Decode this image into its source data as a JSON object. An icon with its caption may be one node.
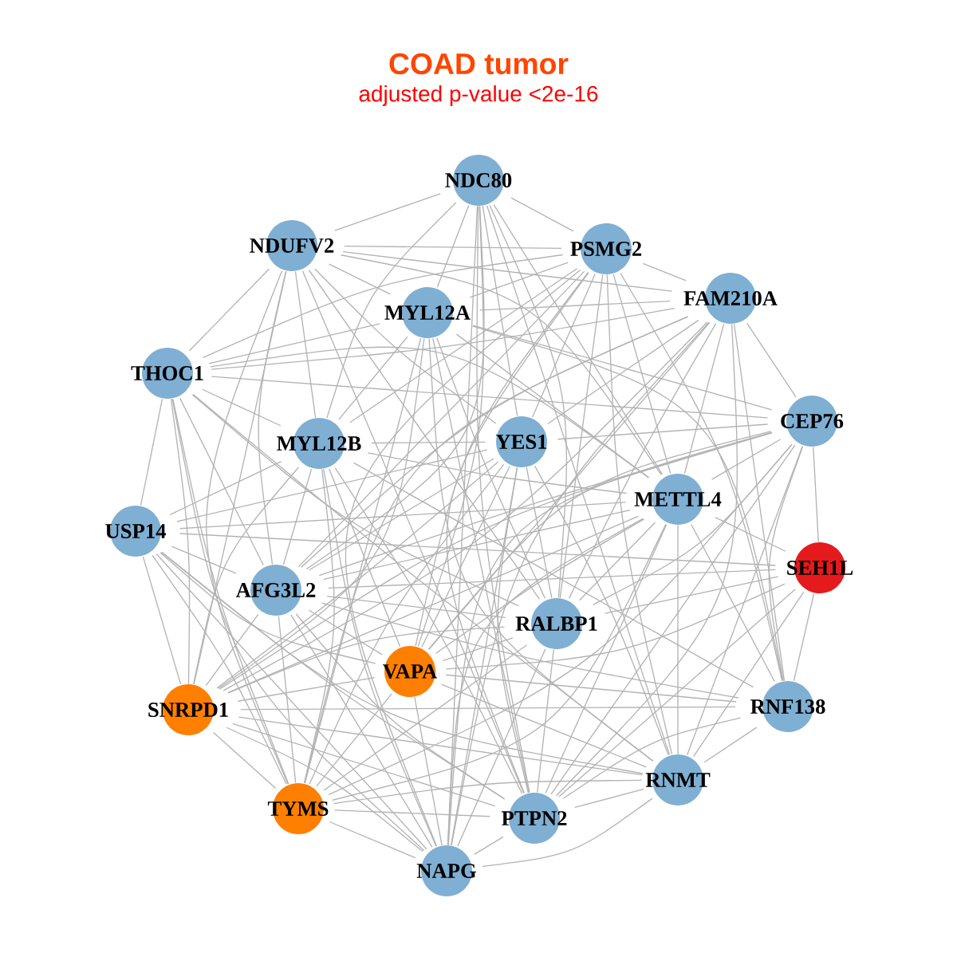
{
  "diagram": {
    "title": "COAD tumor",
    "labels": [
      "adjusted p-value <2e-16"
    ],
    "nodes": [
      {
        "text": [
          "NDC80"
        ]
      },
      {
        "text": [
          "NDUFV2"
        ]
      },
      {
        "text": [
          "PSMG2"
        ]
      },
      {
        "text": [
          "FAM210A"
        ]
      },
      {
        "text": [
          "MYL12A"
        ]
      },
      {
        "text": [
          "THOC1"
        ]
      },
      {
        "text": [
          "CEP76"
        ]
      },
      {
        "text": [
          "YES1"
        ]
      },
      {
        "text": [
          "MYL12B"
        ]
      },
      {
        "text": [
          "METTL4"
        ]
      },
      {
        "text": [
          "USP14"
        ]
      },
      {
        "text": [
          "SEH1L"
        ]
      },
      {
        "text": [
          "AFG3L2"
        ]
      },
      {
        "text": [
          "RALBP1"
        ]
      },
      {
        "text": [
          "VAPA"
        ]
      },
      {
        "text": [
          "SNRPD1"
        ]
      },
      {
        "text": [
          "RNF138"
        ]
      },
      {
        "text": [
          "RNMT"
        ]
      },
      {
        "text": [
          "TYMS"
        ]
      },
      {
        "text": [
          "PTPN2"
        ]
      },
      {
        "text": [
          "NAPG"
        ]
      }
    ],
    "edges": [
      {
        "from": 0,
        "to": 1,
        "arrow": "none"
      },
      {
        "from": 0,
        "to": 2,
        "arrow": "none"
      },
      {
        "from": 0,
        "to": 4,
        "arrow": "none"
      },
      {
        "from": 0,
        "to": 7,
        "arrow": "none"
      },
      {
        "from": 0,
        "to": 8,
        "arrow": "none"
      },
      {
        "from": 0,
        "to": 9,
        "arrow": "none"
      },
      {
        "from": 0,
        "to": 12,
        "arrow": "none"
      },
      {
        "from": 0,
        "to": 13,
        "arrow": "none"
      },
      {
        "from": 0,
        "to": 14,
        "arrow": "none"
      },
      {
        "from": 0,
        "to": 17,
        "arrow": "none"
      },
      {
        "from": 0,
        "to": 19,
        "arrow": "none"
      },
      {
        "from": 0,
        "to": 20,
        "arrow": "none"
      },
      {
        "from": 1,
        "to": 2,
        "arrow": "none"
      },
      {
        "from": 1,
        "to": 3,
        "arrow": "none"
      },
      {
        "from": 1,
        "to": 4,
        "arrow": "none"
      },
      {
        "from": 1,
        "to": 5,
        "arrow": "none"
      },
      {
        "from": 1,
        "to": 7,
        "arrow": "none"
      },
      {
        "from": 1,
        "to": 8,
        "arrow": "none"
      },
      {
        "from": 1,
        "to": 9,
        "arrow": "none"
      },
      {
        "from": 1,
        "to": 12,
        "arrow": "none"
      },
      {
        "from": 1,
        "to": 13,
        "arrow": "none"
      },
      {
        "from": 1,
        "to": 15,
        "arrow": "none"
      },
      {
        "from": 1,
        "to": 18,
        "arrow": "none"
      },
      {
        "from": 1,
        "to": 19,
        "arrow": "none"
      },
      {
        "from": 2,
        "to": 3,
        "arrow": "none"
      },
      {
        "from": 2,
        "to": 4,
        "arrow": "none"
      },
      {
        "from": 2,
        "to": 5,
        "arrow": "none"
      },
      {
        "from": 2,
        "to": 7,
        "arrow": "none"
      },
      {
        "from": 2,
        "to": 8,
        "arrow": "none"
      },
      {
        "from": 2,
        "to": 9,
        "arrow": "none"
      },
      {
        "from": 2,
        "to": 12,
        "arrow": "none"
      },
      {
        "from": 2,
        "to": 13,
        "arrow": "none"
      },
      {
        "from": 2,
        "to": 14,
        "arrow": "none"
      },
      {
        "from": 2,
        "to": 16,
        "arrow": "none"
      },
      {
        "from": 2,
        "to": 17,
        "arrow": "none"
      },
      {
        "from": 2,
        "to": 19,
        "arrow": "none"
      },
      {
        "from": 2,
        "to": 20,
        "arrow": "none"
      },
      {
        "from": 3,
        "to": 4,
        "arrow": "none"
      },
      {
        "from": 3,
        "to": 5,
        "arrow": "none"
      },
      {
        "from": 3,
        "to": 6,
        "arrow": "none"
      },
      {
        "from": 3,
        "to": 7,
        "arrow": "none"
      },
      {
        "from": 3,
        "to": 9,
        "arrow": "none"
      },
      {
        "from": 3,
        "to": 12,
        "arrow": "none"
      },
      {
        "from": 3,
        "to": 13,
        "arrow": "none"
      },
      {
        "from": 3,
        "to": 14,
        "arrow": "none"
      },
      {
        "from": 3,
        "to": 15,
        "arrow": "none"
      },
      {
        "from": 3,
        "to": 16,
        "arrow": "none"
      },
      {
        "from": 3,
        "to": 18,
        "arrow": "none"
      },
      {
        "from": 3,
        "to": 19,
        "arrow": "none"
      },
      {
        "from": 3,
        "to": 20,
        "arrow": "none"
      },
      {
        "from": 4,
        "to": 5,
        "arrow": "none"
      },
      {
        "from": 4,
        "to": 6,
        "arrow": "none"
      },
      {
        "from": 4,
        "to": 8,
        "arrow": "none"
      },
      {
        "from": 4,
        "to": 9,
        "arrow": "none"
      },
      {
        "from": 4,
        "to": 13,
        "arrow": "none"
      },
      {
        "from": 4,
        "to": 15,
        "arrow": "none"
      },
      {
        "from": 4,
        "to": 16,
        "arrow": "none"
      },
      {
        "from": 4,
        "to": 17,
        "arrow": "none"
      },
      {
        "from": 4,
        "to": 18,
        "arrow": "none"
      },
      {
        "from": 4,
        "to": 19,
        "arrow": "none"
      },
      {
        "from": 5,
        "to": 6,
        "arrow": "none"
      },
      {
        "from": 5,
        "to": 8,
        "arrow": "none"
      },
      {
        "from": 5,
        "to": 9,
        "arrow": "none"
      },
      {
        "from": 5,
        "to": 10,
        "arrow": "none"
      },
      {
        "from": 5,
        "to": 12,
        "arrow": "none"
      },
      {
        "from": 5,
        "to": 13,
        "arrow": "none"
      },
      {
        "from": 5,
        "to": 15,
        "arrow": "none"
      },
      {
        "from": 5,
        "to": 17,
        "arrow": "none"
      },
      {
        "from": 5,
        "to": 18,
        "arrow": "none"
      },
      {
        "from": 5,
        "to": 20,
        "arrow": "none"
      },
      {
        "from": 6,
        "to": 7,
        "arrow": "none"
      },
      {
        "from": 6,
        "to": 9,
        "arrow": "none"
      },
      {
        "from": 6,
        "to": 11,
        "arrow": "none"
      },
      {
        "from": 6,
        "to": 12,
        "arrow": "none"
      },
      {
        "from": 6,
        "to": 13,
        "arrow": "none"
      },
      {
        "from": 6,
        "to": 14,
        "arrow": "none"
      },
      {
        "from": 6,
        "to": 15,
        "arrow": "none"
      },
      {
        "from": 6,
        "to": 16,
        "arrow": "none"
      },
      {
        "from": 6,
        "to": 17,
        "arrow": "none"
      },
      {
        "from": 6,
        "to": 18,
        "arrow": "none"
      },
      {
        "from": 6,
        "to": 19,
        "arrow": "none"
      },
      {
        "from": 6,
        "to": 20,
        "arrow": "none"
      },
      {
        "from": 7,
        "to": 8,
        "arrow": "none"
      },
      {
        "from": 7,
        "to": 10,
        "arrow": "none"
      },
      {
        "from": 7,
        "to": 12,
        "arrow": "none"
      },
      {
        "from": 7,
        "to": 13,
        "arrow": "none"
      },
      {
        "from": 7,
        "to": 14,
        "arrow": "none"
      },
      {
        "from": 7,
        "to": 15,
        "arrow": "none"
      },
      {
        "from": 7,
        "to": 17,
        "arrow": "none"
      },
      {
        "from": 7,
        "to": 18,
        "arrow": "none"
      },
      {
        "from": 7,
        "to": 19,
        "arrow": "none"
      },
      {
        "from": 7,
        "to": 20,
        "arrow": "none"
      },
      {
        "from": 8,
        "to": 9,
        "arrow": "none"
      },
      {
        "from": 8,
        "to": 10,
        "arrow": "none"
      },
      {
        "from": 8,
        "to": 12,
        "arrow": "none"
      },
      {
        "from": 8,
        "to": 14,
        "arrow": "none"
      },
      {
        "from": 8,
        "to": 15,
        "arrow": "none"
      },
      {
        "from": 8,
        "to": 16,
        "arrow": "none"
      },
      {
        "from": 8,
        "to": 18,
        "arrow": "none"
      },
      {
        "from": 8,
        "to": 19,
        "arrow": "none"
      },
      {
        "from": 8,
        "to": 20,
        "arrow": "none"
      },
      {
        "from": 9,
        "to": 10,
        "arrow": "none"
      },
      {
        "from": 9,
        "to": 11,
        "arrow": "none"
      },
      {
        "from": 9,
        "to": 12,
        "arrow": "none"
      },
      {
        "from": 9,
        "to": 13,
        "arrow": "none"
      },
      {
        "from": 9,
        "to": 14,
        "arrow": "none"
      },
      {
        "from": 9,
        "to": 15,
        "arrow": "none"
      },
      {
        "from": 9,
        "to": 16,
        "arrow": "none"
      },
      {
        "from": 9,
        "to": 17,
        "arrow": "none"
      },
      {
        "from": 9,
        "to": 18,
        "arrow": "none"
      },
      {
        "from": 9,
        "to": 19,
        "arrow": "none"
      },
      {
        "from": 9,
        "to": 20,
        "arrow": "none"
      },
      {
        "from": 10,
        "to": 11,
        "arrow": "none"
      },
      {
        "from": 10,
        "to": 12,
        "arrow": "none"
      },
      {
        "from": 10,
        "to": 14,
        "arrow": "none"
      },
      {
        "from": 10,
        "to": 15,
        "arrow": "none"
      },
      {
        "from": 10,
        "to": 17,
        "arrow": "none"
      },
      {
        "from": 10,
        "to": 18,
        "arrow": "none"
      },
      {
        "from": 10,
        "to": 19,
        "arrow": "none"
      },
      {
        "from": 10,
        "to": 20,
        "arrow": "none"
      },
      {
        "from": 11,
        "to": 12,
        "arrow": "none"
      },
      {
        "from": 11,
        "to": 13,
        "arrow": "none"
      },
      {
        "from": 11,
        "to": 14,
        "arrow": "none"
      },
      {
        "from": 11,
        "to": 16,
        "arrow": "none"
      },
      {
        "from": 11,
        "to": 17,
        "arrow": "none"
      },
      {
        "from": 11,
        "to": 19,
        "arrow": "none"
      },
      {
        "from": 12,
        "to": 13,
        "arrow": "none"
      },
      {
        "from": 12,
        "to": 14,
        "arrow": "none"
      },
      {
        "from": 12,
        "to": 15,
        "arrow": "none"
      },
      {
        "from": 12,
        "to": 16,
        "arrow": "none"
      },
      {
        "from": 12,
        "to": 18,
        "arrow": "none"
      },
      {
        "from": 12,
        "to": 19,
        "arrow": "none"
      },
      {
        "from": 12,
        "to": 20,
        "arrow": "none"
      },
      {
        "from": 13,
        "to": 14,
        "arrow": "none"
      },
      {
        "from": 13,
        "to": 15,
        "arrow": "none"
      },
      {
        "from": 13,
        "to": 18,
        "arrow": "none"
      },
      {
        "from": 13,
        "to": 19,
        "arrow": "none"
      },
      {
        "from": 13,
        "to": 20,
        "arrow": "none"
      },
      {
        "from": 14,
        "to": 15,
        "arrow": "none"
      },
      {
        "from": 14,
        "to": 16,
        "arrow": "none"
      },
      {
        "from": 14,
        "to": 17,
        "arrow": "none"
      },
      {
        "from": 14,
        "to": 18,
        "arrow": "none"
      },
      {
        "from": 14,
        "to": 20,
        "arrow": "none"
      },
      {
        "from": 15,
        "to": 16,
        "arrow": "none"
      },
      {
        "from": 15,
        "to": 17,
        "arrow": "none"
      },
      {
        "from": 15,
        "to": 18,
        "arrow": "none"
      },
      {
        "from": 15,
        "to": 19,
        "arrow": "none"
      },
      {
        "from": 15,
        "to": 20,
        "arrow": "none"
      },
      {
        "from": 16,
        "to": 17,
        "arrow": "none"
      },
      {
        "from": 16,
        "to": 19,
        "arrow": "none"
      },
      {
        "from": 17,
        "to": 18,
        "arrow": "none"
      },
      {
        "from": 17,
        "to": 19,
        "arrow": "none"
      },
      {
        "from": 17,
        "to": 20,
        "arrow": "none"
      },
      {
        "from": 18,
        "to": 19,
        "arrow": "none"
      },
      {
        "from": 18,
        "to": 20,
        "arrow": "none"
      },
      {
        "from": 19,
        "to": 20,
        "arrow": "none"
      }
    ]
  }
}
